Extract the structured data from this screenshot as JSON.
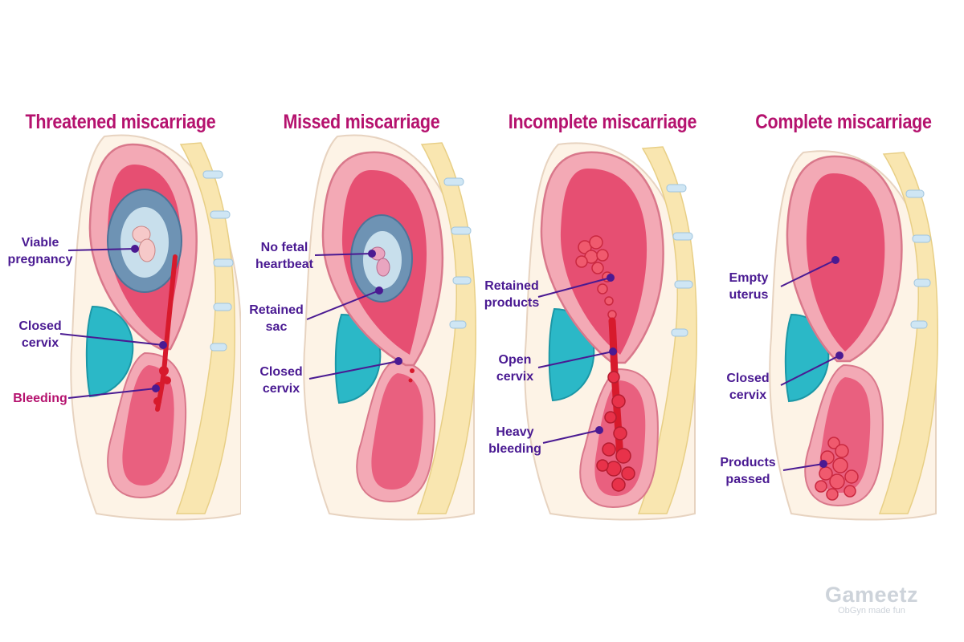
{
  "colors": {
    "title": "#b5126e",
    "label": "#4a1a92",
    "label_bleeding": "#b5126e",
    "uterine_wall": "#f3a9b5",
    "cavity": "#e64f72",
    "bladder": "#2bb8c7",
    "blood": "#d71a2c",
    "sac": "#6e93b4"
  },
  "panels": [
    {
      "title": "Threatened miscarriage",
      "labels": [
        {
          "lines": [
            "Viable",
            "pregnancy"
          ]
        },
        {
          "lines": [
            "Closed",
            "cervix"
          ]
        },
        {
          "lines": [
            "Bleeding"
          ]
        }
      ]
    },
    {
      "title": "Missed miscarriage",
      "labels": [
        {
          "lines": [
            "No fetal",
            "heartbeat"
          ]
        },
        {
          "lines": [
            "Retained",
            "sac"
          ]
        },
        {
          "lines": [
            "Closed",
            "cervix"
          ]
        }
      ]
    },
    {
      "title": "Incomplete miscarriage",
      "labels": [
        {
          "lines": [
            "Retained",
            "products"
          ]
        },
        {
          "lines": [
            "Open",
            "cervix"
          ]
        },
        {
          "lines": [
            "Heavy",
            "bleeding"
          ]
        }
      ]
    },
    {
      "title": "Complete miscarriage",
      "labels": [
        {
          "lines": [
            "Empty",
            "uterus"
          ]
        },
        {
          "lines": [
            "Closed",
            "cervix"
          ]
        },
        {
          "lines": [
            "Products",
            "passed"
          ]
        }
      ]
    }
  ],
  "watermark": {
    "name": "Gameetz",
    "tagline": "ObGyn made fun"
  }
}
